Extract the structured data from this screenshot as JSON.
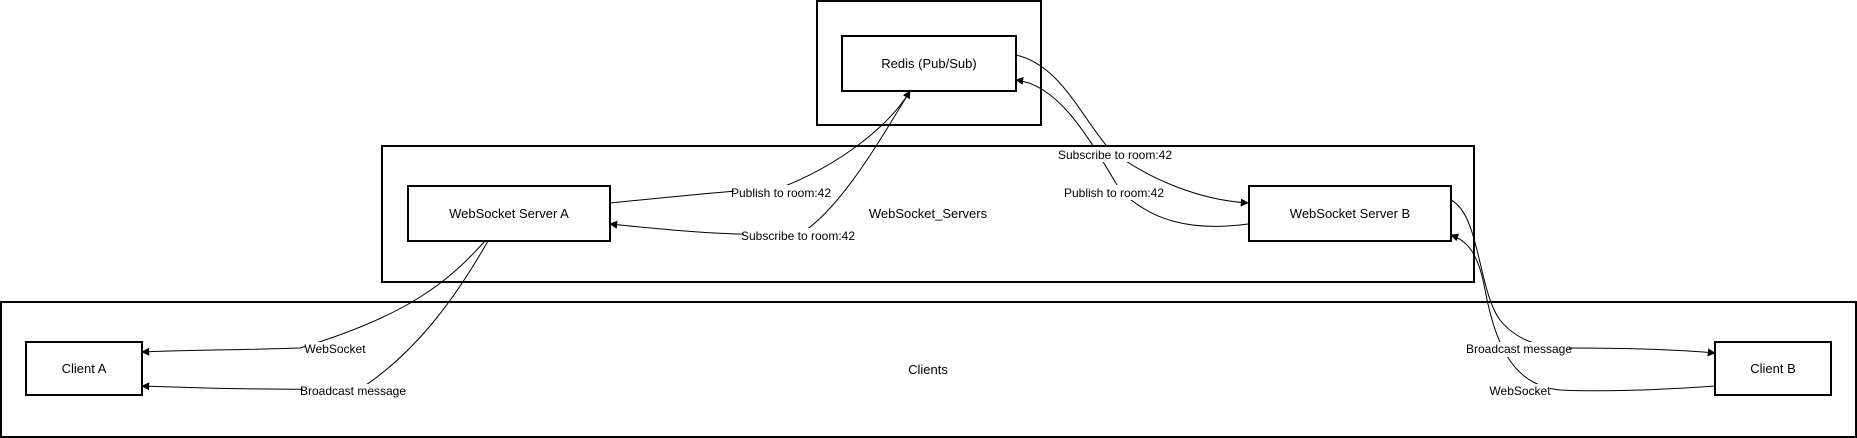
{
  "groups": {
    "redis": "",
    "servers": "WebSocket_Servers",
    "clients": "Clients"
  },
  "nodes": {
    "redis": "Redis (Pub/Sub)",
    "server_a": "WebSocket Server A",
    "server_b": "WebSocket Server B",
    "client_a": "Client A",
    "client_b": "Client B"
  },
  "edges": {
    "a_publish": "Publish to room:42",
    "a_subscribe": "Subscribe to room:42",
    "b_subscribe": "Subscribe to room:42",
    "b_publish": "Publish to room:42",
    "client_a_websocket": "WebSocket",
    "client_a_broadcast": "Broadcast message",
    "client_b_broadcast": "Broadcast message",
    "client_b_websocket": "WebSocket"
  }
}
